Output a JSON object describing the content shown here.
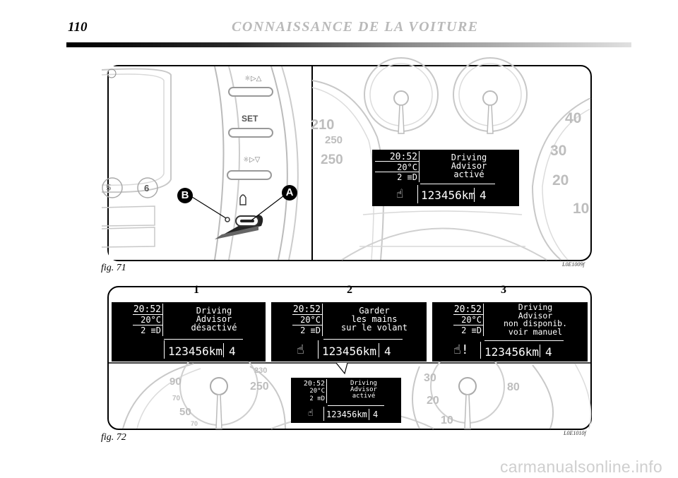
{
  "header": {
    "page_number": "110",
    "section_title": "CONNAISSANCE DE LA VOITURE"
  },
  "fig71": {
    "caption": "fig. 71",
    "code": "L0E1009f",
    "callout_a": "A",
    "callout_b": "B",
    "set_label": "SET",
    "keypad": [
      "5",
      "6"
    ],
    "speed_labels": [
      "210",
      "250",
      "250"
    ],
    "right_dial_labels": [
      "40",
      "30",
      "20",
      "10"
    ],
    "display": {
      "time": "20:52",
      "temp": "20°C",
      "gear_indicator": "2 ≡D",
      "message": [
        "Driving",
        "Advisor",
        "activé"
      ],
      "odometer": "123456km",
      "gear": "4"
    }
  },
  "fig72": {
    "caption": "fig. 72",
    "code": "L0E1010f",
    "panels": [
      {
        "number": "1",
        "time": "20:52",
        "temp": "20°C",
        "gear_indicator": "2 ≡D",
        "message": [
          "Driving",
          "Advisor",
          "désactivé"
        ],
        "odometer": "123456km",
        "gear": "4",
        "hand_icon": ""
      },
      {
        "number": "2",
        "time": "20:52",
        "temp": "20°C",
        "gear_indicator": "2 ≡D",
        "message": [
          "Garder",
          "les mains",
          "sur le volant"
        ],
        "odometer": "123456km",
        "gear": "4",
        "hand_icon": "hand-on-wheel"
      },
      {
        "number": "3",
        "time": "20:52",
        "temp": "20°C",
        "gear_indicator": "2 ≡D",
        "message": [
          "Driving",
          "Advisor",
          "non disponib.",
          "voir manuel"
        ],
        "odometer": "123456km",
        "gear": "4",
        "hand_icon": "hand-warning"
      }
    ],
    "small_display": {
      "time": "20:52",
      "temp": "20°C",
      "gear_indicator": "2 ≡D",
      "message": [
        "Driving",
        "Advisor",
        "activé"
      ],
      "odometer": "123456km",
      "gear": "4"
    },
    "left_dial_labels": [
      "90",
      "70",
      "50",
      "70"
    ],
    "center_dial_labels": [
      "230",
      "250"
    ],
    "right_dial_labels": [
      "30",
      "20",
      "10",
      "80"
    ]
  },
  "watermark": "carmanualsonline.info"
}
